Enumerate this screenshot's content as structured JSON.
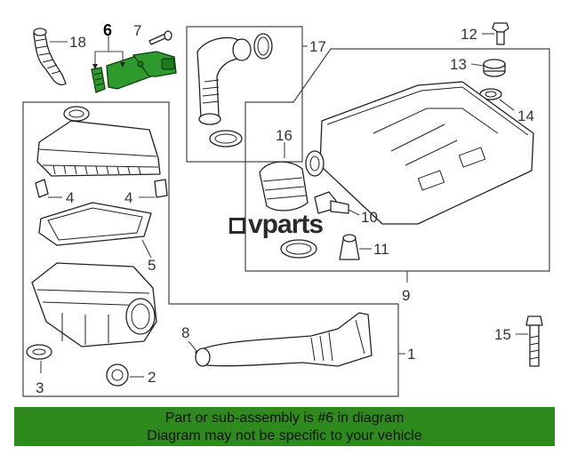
{
  "diagram": {
    "callouts": {
      "c1": "1",
      "c2": "2",
      "c3": "3",
      "c4a": "4",
      "c4b": "4",
      "c5": "5",
      "c6": "6",
      "c7": "7",
      "c8": "8",
      "c9": "9",
      "c10": "10",
      "c11": "11",
      "c12": "12",
      "c13": "13",
      "c14": "14",
      "c15": "15",
      "c16": "16",
      "c17": "17",
      "c18": "18"
    },
    "highlight_color": "#2e9a2e"
  },
  "watermark": {
    "text": "vparts"
  },
  "footer": {
    "line1": "Part or sub-assembly is #6 in diagram",
    "line2": "Diagram may not be specific to your vehicle",
    "background": "#2f8a1e"
  }
}
